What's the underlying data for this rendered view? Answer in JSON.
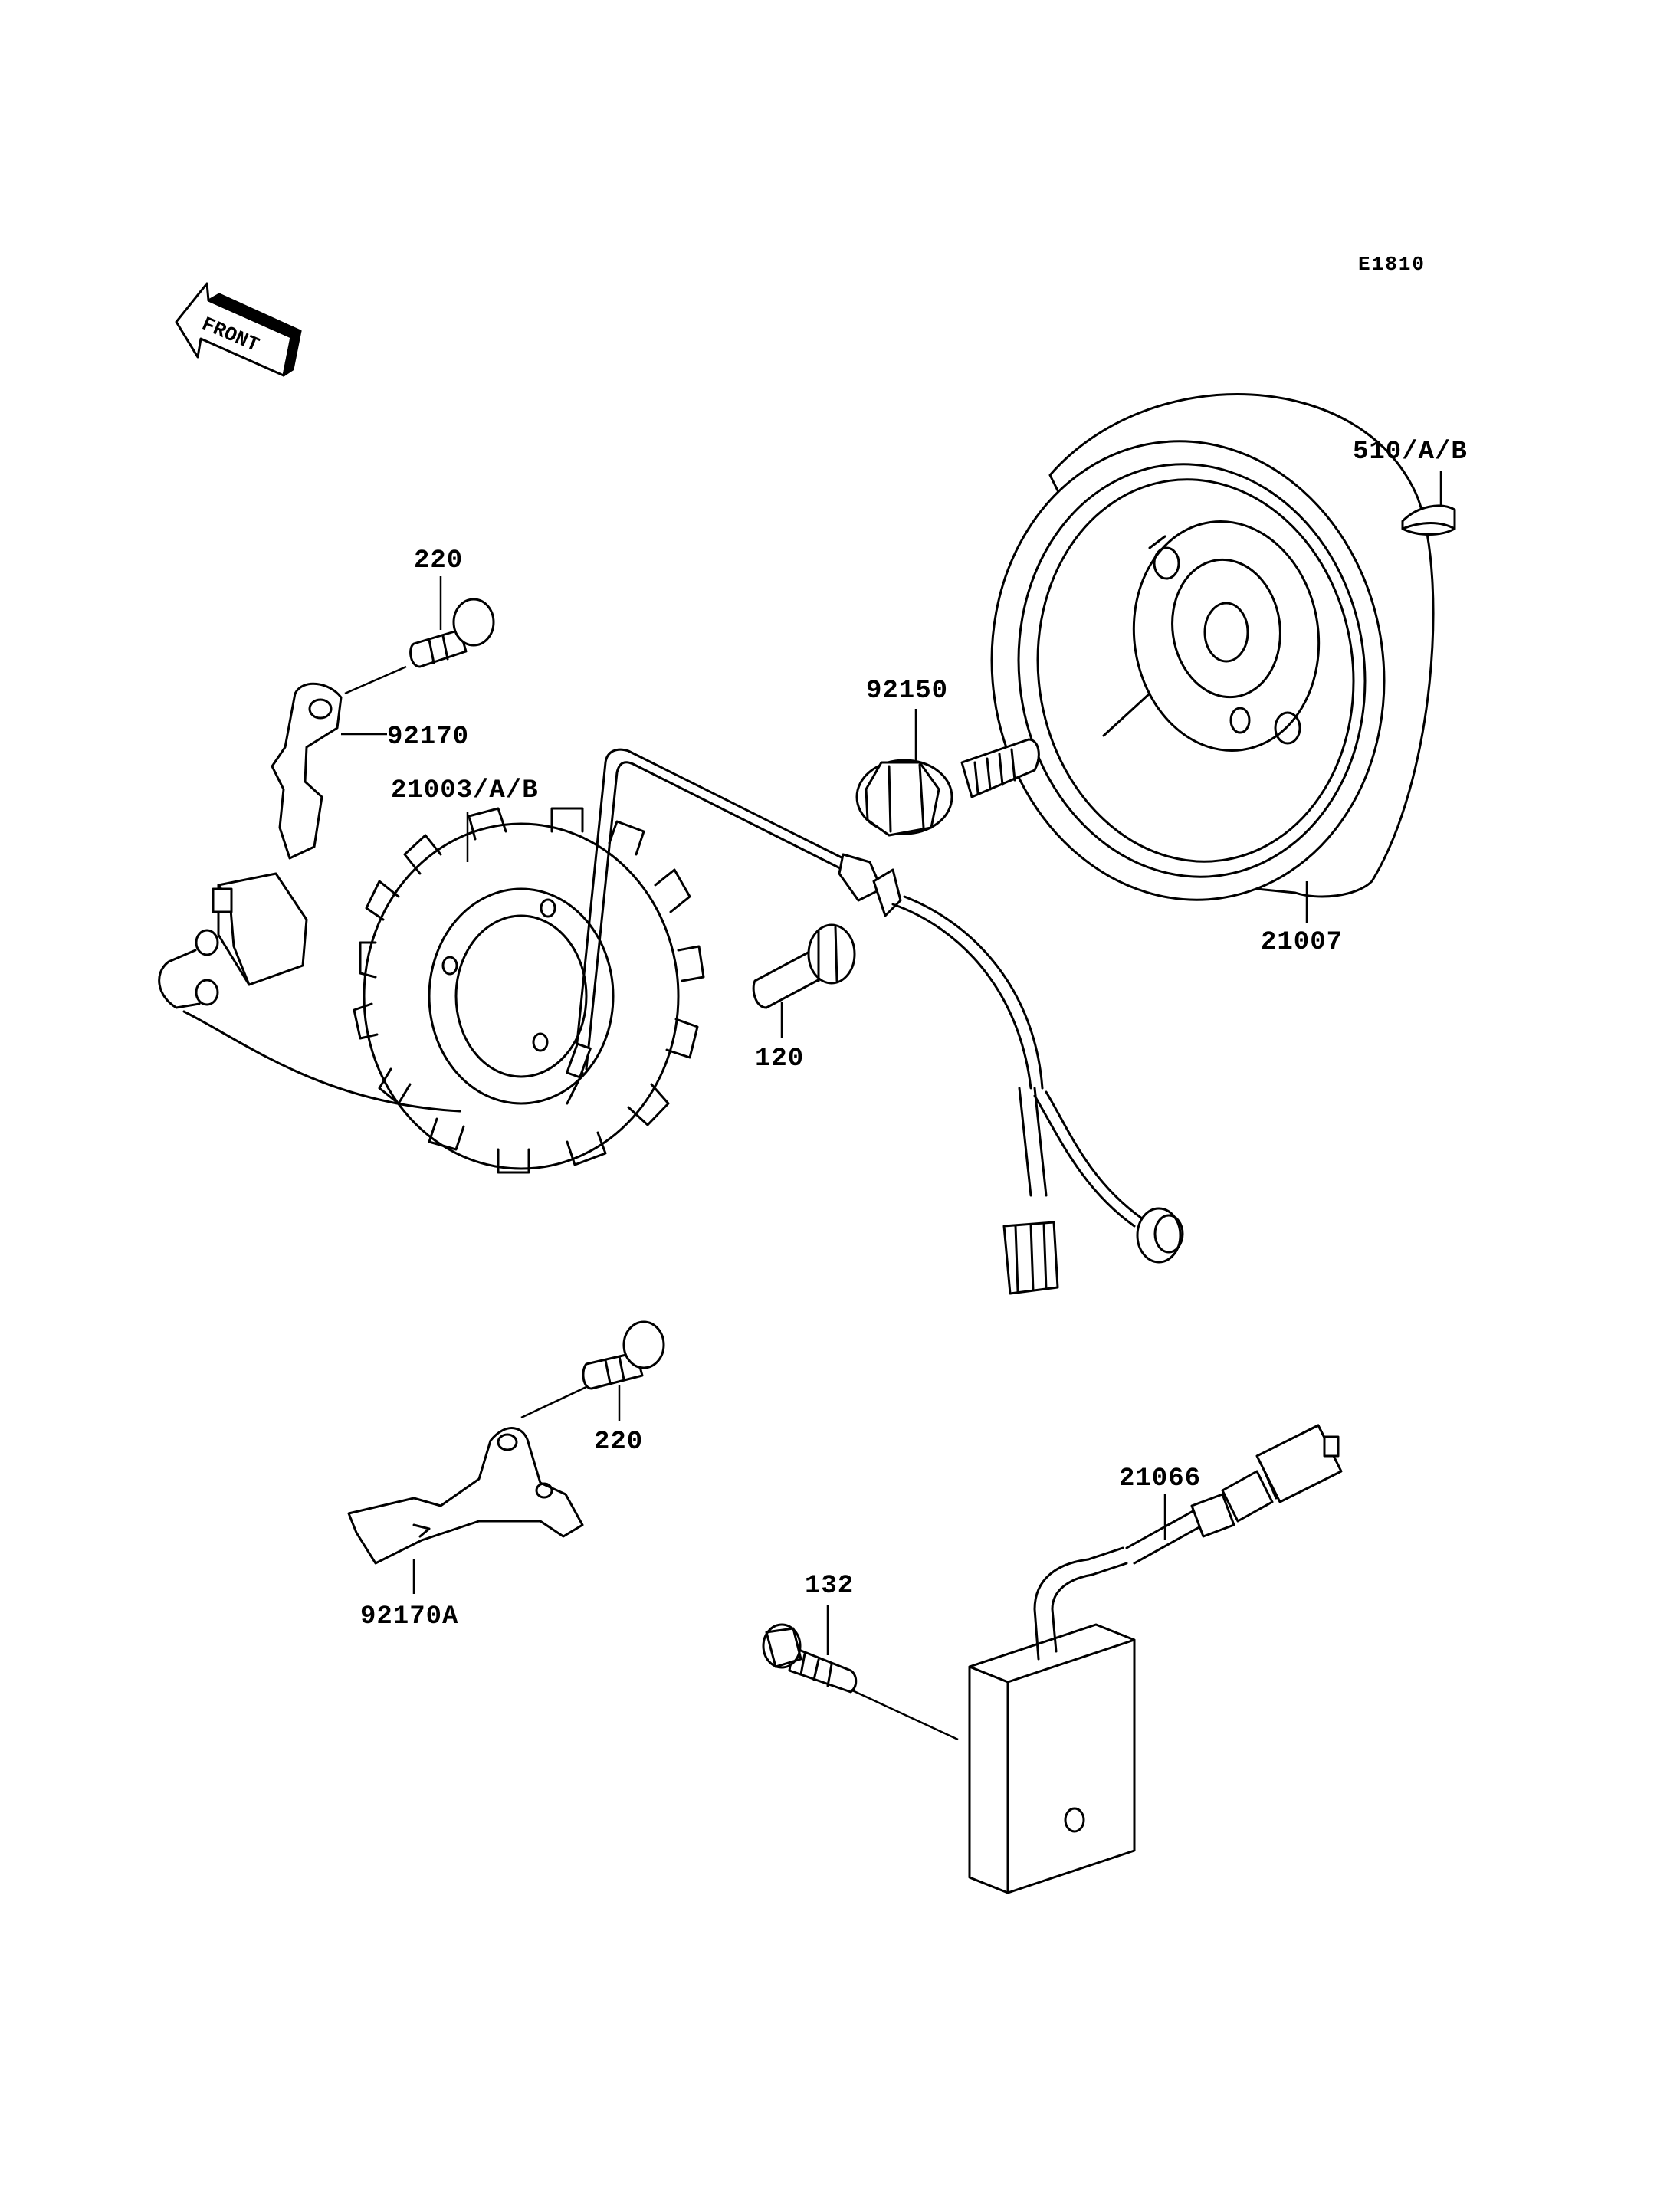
{
  "diagram_code": "E1810",
  "front_indicator": "FRONT",
  "parts": {
    "flywheel": "21007",
    "woodruff_key": "510/A/B",
    "flywheel_bolt": "92150",
    "stator": "21003/A/B",
    "bolt_top": "220",
    "clamp_top": "92170",
    "bolt_stator": "120",
    "bolt_bottom": "220",
    "clamp_bottom": "92170A",
    "regulator": "21066",
    "regulator_bolt": "132"
  }
}
